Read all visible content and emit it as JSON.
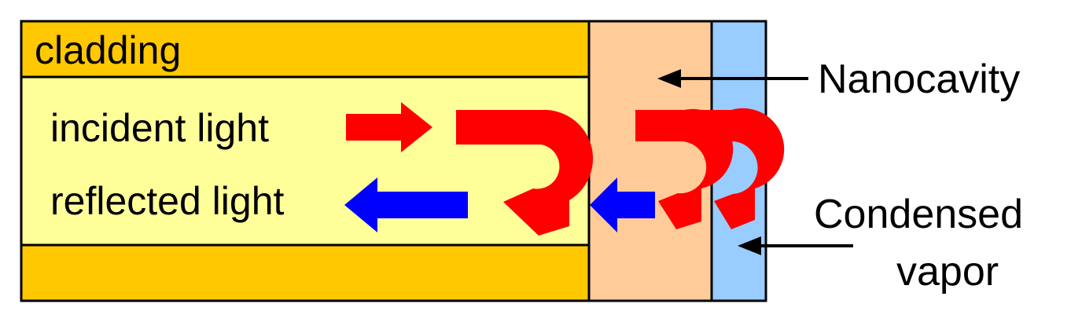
{
  "labels": {
    "cladding": "cladding",
    "incident_light": "incident light",
    "reflected_light": "reflected light",
    "nanocavity": "Nanocavity",
    "condensed_vapor_line1": "Condensed",
    "condensed_vapor_line2": "vapor"
  },
  "colors": {
    "cladding": "#FFC800",
    "core": "#FFFF99",
    "nanocavity": "#FFCC99",
    "condensed_vapor": "#99CCFF",
    "incident_arrow": "#FF0000",
    "reflected_arrow": "#0000FF",
    "outline": "#000000"
  }
}
